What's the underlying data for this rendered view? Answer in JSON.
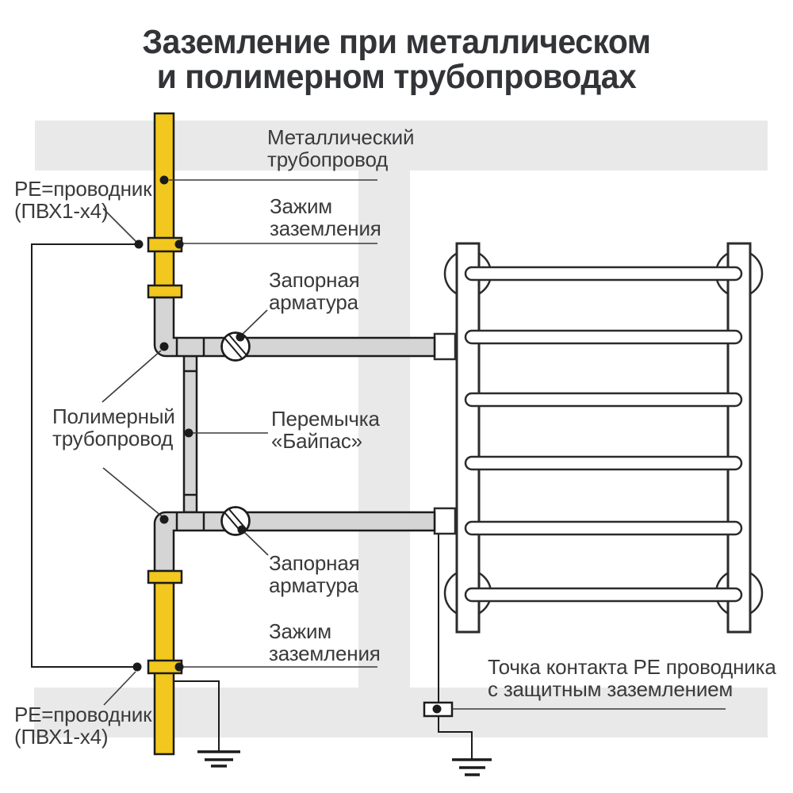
{
  "title": {
    "line1": "Заземление при металлическом",
    "line2": "и полимерном трубопроводах"
  },
  "labels": {
    "metal_pipe": {
      "line1": "Металлический",
      "line2": "трубопровод"
    },
    "pe_conductor_top": {
      "line1": "PE=проводник",
      "line2": "(ПВХ1-х4)"
    },
    "ground_clamp_top": {
      "line1": "Зажим",
      "line2": "заземления"
    },
    "shutoff_valve_top": {
      "line1": "Запорная",
      "line2": "арматура"
    },
    "polymer_pipe": {
      "line1": "Полимерный",
      "line2": "трубопровод"
    },
    "bypass": {
      "line1": "Перемычка",
      "line2": "«Байпас»"
    },
    "shutoff_valve_bottom": {
      "line1": "Запорная",
      "line2": "арматура"
    },
    "ground_clamp_bottom": {
      "line1": "Зажим",
      "line2": "заземления"
    },
    "pe_conductor_bottom": {
      "line1": "PE=проводник",
      "line2": "(ПВХ1-х4)"
    },
    "contact_point": {
      "line1": "Точка контакта PE проводника",
      "line2": "с защитным заземлением"
    }
  },
  "colors": {
    "background": "#FFFFFF",
    "band_gray": "#E9E9EA",
    "pipe_yellow": "#F2C71E",
    "pipe_gray": "#D5D5D5",
    "outline": "#1C1C1C",
    "rail_outline": "#2B2B2D",
    "text": "#3A3A3C",
    "leader": "#3A3A3C"
  }
}
